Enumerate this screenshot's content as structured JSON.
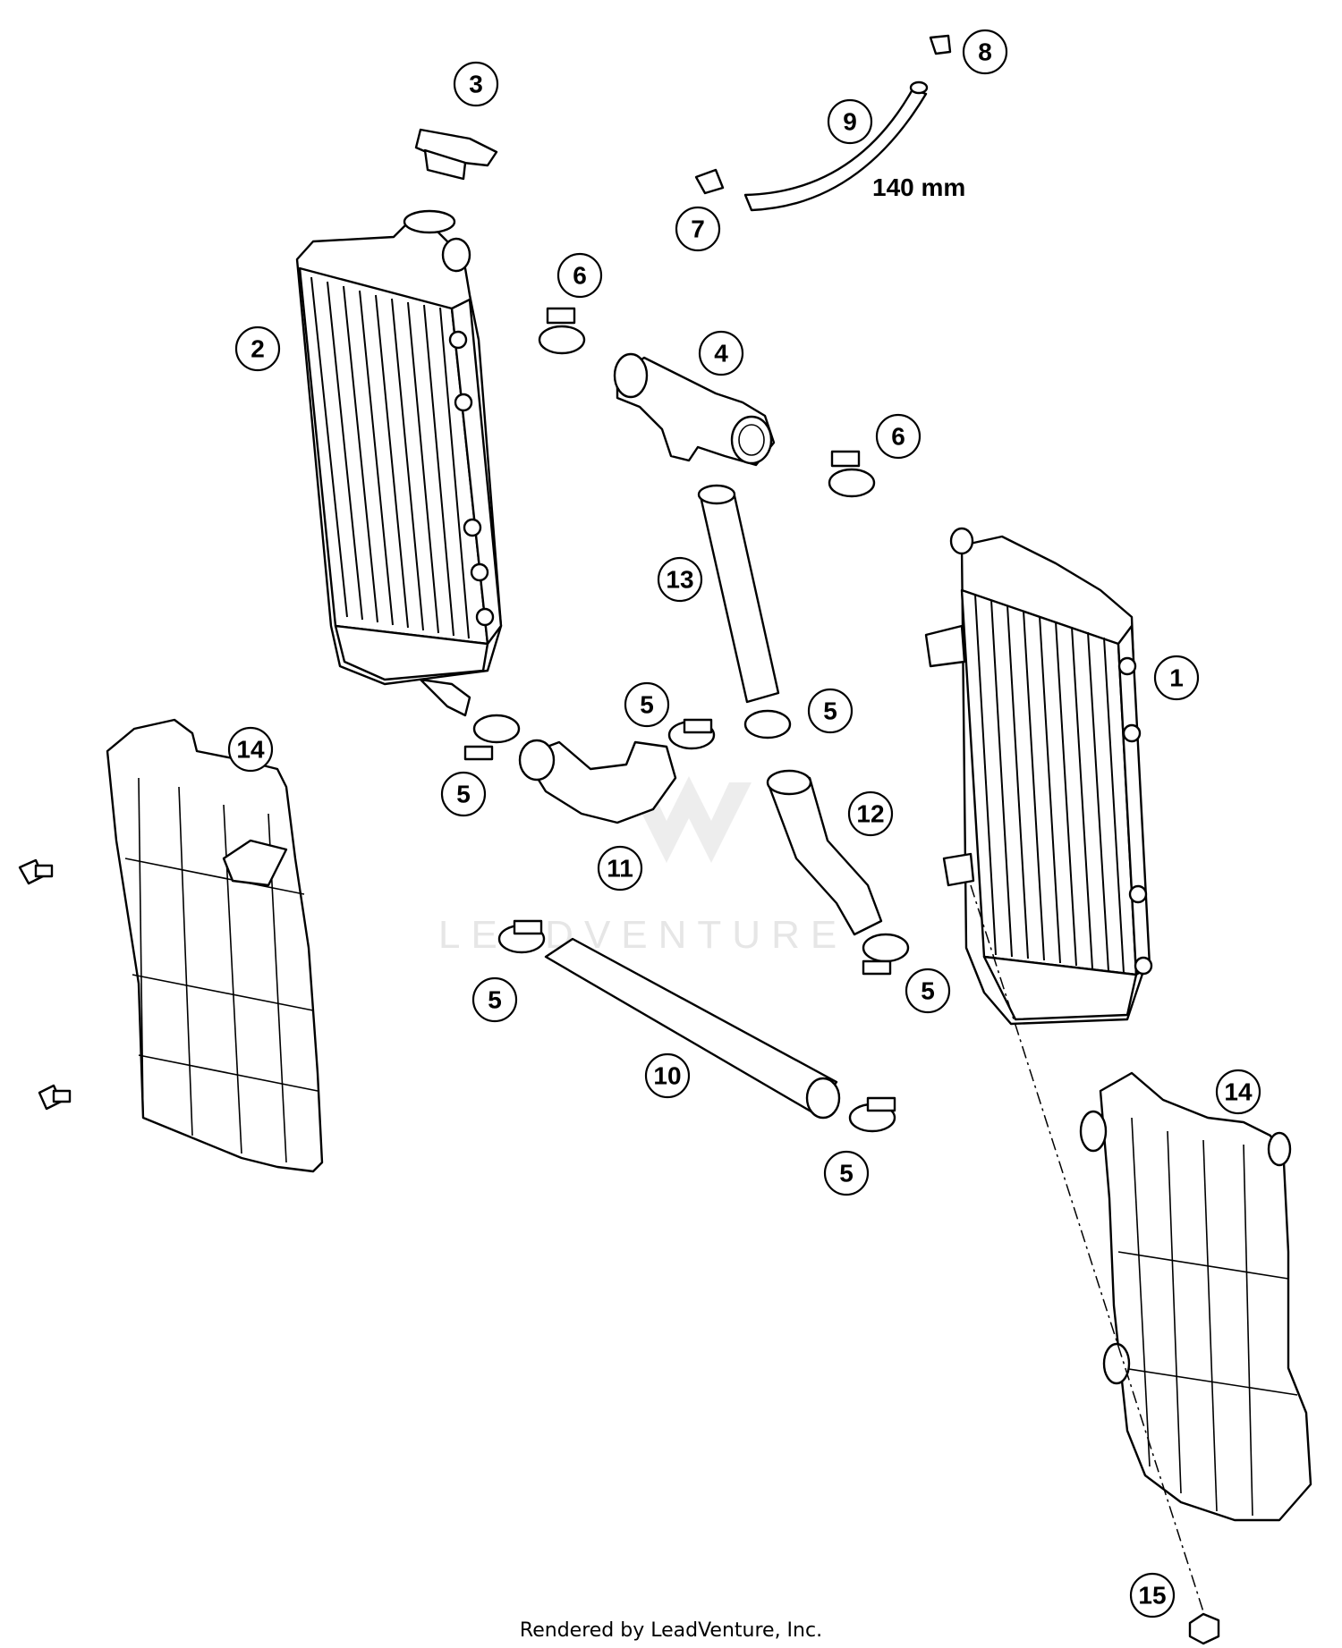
{
  "diagram": {
    "callouts": [
      "1",
      "2",
      "3",
      "4",
      "5",
      "5",
      "5",
      "5",
      "5",
      "5",
      "6",
      "6",
      "7",
      "8",
      "9",
      "10",
      "11",
      "12",
      "13",
      "14",
      "14",
      "15"
    ],
    "dimension_label": "140 mm",
    "watermark": "LEADVENTURE",
    "footer": "Rendered by LeadVenture, Inc."
  }
}
